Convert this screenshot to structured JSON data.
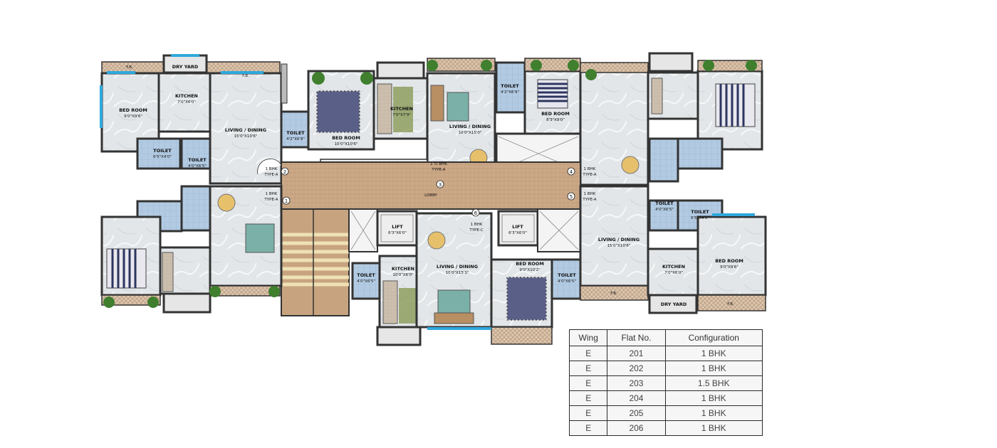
{
  "plan": {
    "rooms": {
      "r1": {
        "name": "F.B.",
        "dim": ""
      },
      "r2": {
        "name": "DRY YARD",
        "dim": ""
      },
      "r3": {
        "name": "F.B.",
        "dim": ""
      },
      "r4": {
        "name": "BED ROOM",
        "dim": "9'0\"X9'6\""
      },
      "r5": {
        "name": "KITCHEN",
        "dim": "7'0\"X6'0\""
      },
      "r6": {
        "name": "LIVING / DINING",
        "dim": "15'0\"X10'6\""
      },
      "r7": {
        "name": "TOILET",
        "dim": "6'5\"X4'0\""
      },
      "r8": {
        "name": "TOILET",
        "dim": "4'0\"X6'5\""
      },
      "r9": {
        "name": "TOILET",
        "dim": "4'2\"X6'9\""
      },
      "r10": {
        "name": "BED ROOM",
        "dim": "10'0\"X10'6\""
      },
      "r11": {
        "name": "KITCHEN",
        "dim": "7'0\"X7'9\""
      },
      "r12": {
        "name": "LIVING / DINING",
        "dim": "10'0\"X15'0\""
      },
      "r13": {
        "name": "TOILET",
        "dim": "4'2\"X6'9\""
      },
      "r14": {
        "name": "BED ROOM",
        "dim": "8'3\"X9'0\""
      },
      "r15": {
        "name": "LOBBY",
        "dim": ""
      },
      "r16": {
        "name": "LIFT",
        "dim": "6'3\"X6'0\""
      },
      "r17": {
        "name": "LIFT",
        "dim": "6'3\"X6'0\""
      },
      "r18": {
        "name": "TOILET",
        "dim": "4'0\"X6'5\""
      },
      "r19": {
        "name": "KITCHEN",
        "dim": "10'0\"X6'0\""
      },
      "r20": {
        "name": "LIVING / DINING",
        "dim": "10'0\"X15'3\""
      },
      "r21": {
        "name": "BED ROOM",
        "dim": "9'0\"X10'2\""
      },
      "r22": {
        "name": "TOILET",
        "dim": "4'0\"X6'5\""
      },
      "r23": {
        "name": "TOILET",
        "dim": "4'0\"X6'5\""
      },
      "r24": {
        "name": "TOILET",
        "dim": "6'5\"X4'0\""
      },
      "r25": {
        "name": "LIVING / DINING",
        "dim": "15'0\"X10'6\""
      },
      "r26": {
        "name": "KITCHEN",
        "dim": "7'0\"X6'0\""
      },
      "r27": {
        "name": "BED ROOM",
        "dim": "9'0\"X9'6\""
      },
      "r28": {
        "name": "DRY YARD",
        "dim": ""
      },
      "r29": {
        "name": "F.B.",
        "dim": ""
      },
      "r30": {
        "name": "F.B.",
        "dim": ""
      }
    },
    "flat_tags": {
      "t1": {
        "line1": "1 BHK",
        "line2": "TYPE-A"
      },
      "t2": {
        "line1": "1 BHK",
        "line2": "TYPE-A"
      },
      "t3": {
        "line1": "1 ½ BHK",
        "line2": "TYPE-A"
      },
      "t4": {
        "line1": "1 BHK",
        "line2": "TYPE-A"
      },
      "t5": {
        "line1": "1 BHK",
        "line2": "TYPE-A"
      },
      "t6": {
        "line1": "1 BHK",
        "line2": "TYPE-C"
      }
    },
    "flat_numbers": [
      "1",
      "2",
      "3",
      "4",
      "5",
      "6"
    ],
    "colors": {
      "floor": "#dfe3e6",
      "lobby": "#c9a684",
      "stairs": "#c7a47f",
      "wall": "#333333",
      "window": "#2fa8dc",
      "balcony": "#d9c3ad",
      "tile": "#a9c4df",
      "greenery": "#3f7f2e"
    }
  },
  "table": {
    "headers": [
      "Wing",
      "Flat No.",
      "Configuration"
    ],
    "rows": [
      [
        "E",
        "201",
        "1 BHK"
      ],
      [
        "E",
        "202",
        "1 BHK"
      ],
      [
        "E",
        "203",
        "1.5 BHK"
      ],
      [
        "E",
        "204",
        "1 BHK"
      ],
      [
        "E",
        "205",
        "1 BHK"
      ],
      [
        "E",
        "206",
        "1 BHK"
      ]
    ]
  }
}
